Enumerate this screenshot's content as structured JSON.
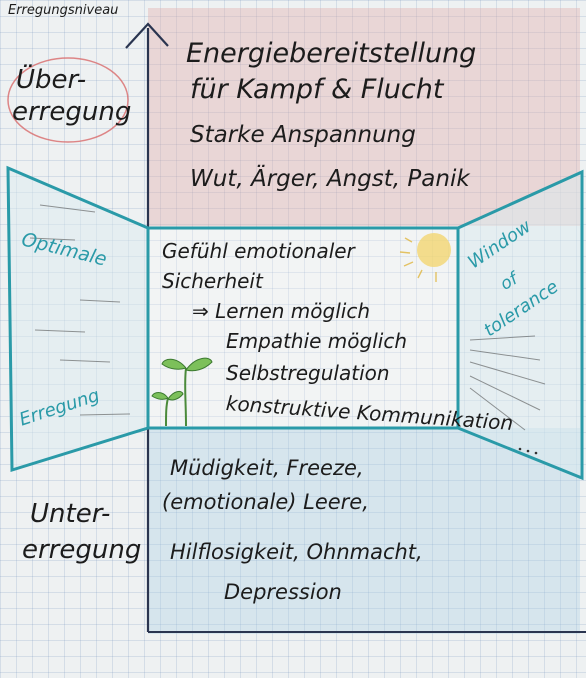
{
  "colors": {
    "over_zone": "#e2aaa8",
    "under_zone": "#aacde4",
    "window_teal": "#2a9aa8",
    "sun": "#f3d46a",
    "ink": "#1c1c1c"
  },
  "axis_label": "Erregungsniveau",
  "zones": {
    "over": {
      "label_line1": "Über-",
      "label_line2": "erregung",
      "line1": "Energiebereitstellung",
      "line2": "für Kampf & Flucht",
      "line3": "Starke Anspannung",
      "line4": "Wut, Ärger, Angst, Panik"
    },
    "optimal": {
      "side_top": "Optimale",
      "side_bottom": "Erregung",
      "window_line1": "Window",
      "window_line2": "of",
      "window_line3": "tolerance",
      "line1": "Gefühl emotionaler",
      "line2": "Sicherheit",
      "line3": "⇒ Lernen möglich",
      "line4": "Empathie möglich",
      "line5": "Selbstregulation",
      "line6": "konstruktive Kommunikation"
    },
    "under": {
      "label_line1": "Unter-",
      "label_line2": "erregung",
      "line1": "Müdigkeit, Freeze,",
      "line2": "(emotionale) Leere,",
      "line3": "Hilflosigkeit, Ohnmacht,",
      "line4": "Depression"
    }
  }
}
